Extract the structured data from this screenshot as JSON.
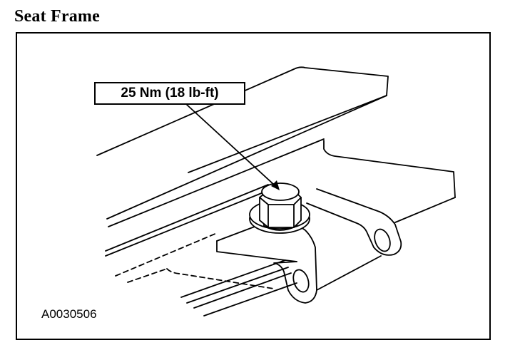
{
  "page_title": "Seat Frame",
  "figure": {
    "callout_text": "25 Nm (18 lb-ft)",
    "figure_id": "A0030506"
  },
  "colors": {
    "line": "#000000",
    "background": "#ffffff"
  }
}
